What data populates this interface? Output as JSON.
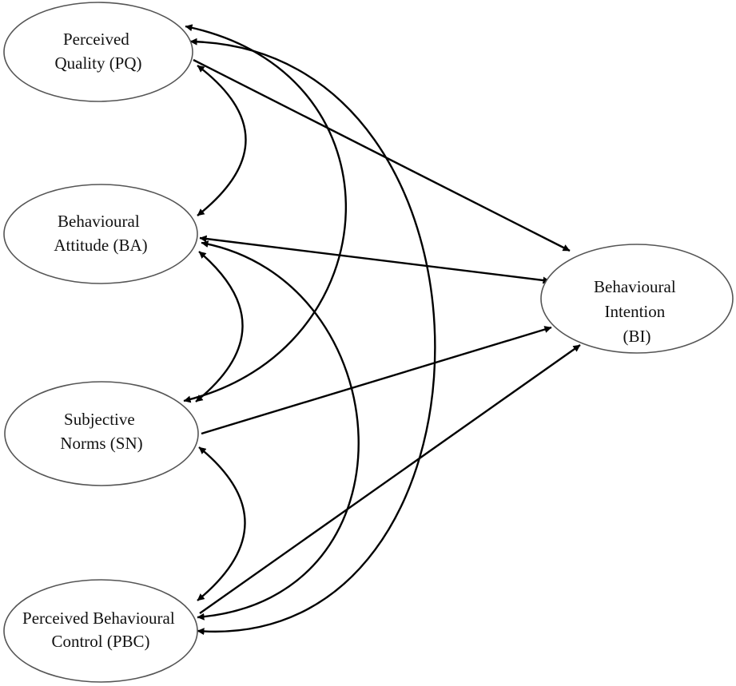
{
  "diagram": {
    "nodes": [
      {
        "id": "PQ",
        "lines": [
          "Perceived",
          "Quality (PQ)"
        ]
      },
      {
        "id": "BA",
        "lines": [
          "Behavioural",
          "Attitude (BA)"
        ]
      },
      {
        "id": "SN",
        "lines": [
          "Subjective",
          "Norms (SN)"
        ]
      },
      {
        "id": "PBC",
        "lines": [
          "Perceived Behavioural",
          "Control (PBC)"
        ]
      },
      {
        "id": "BI",
        "lines": [
          "Behavioural",
          "Intention",
          "(BI)"
        ]
      }
    ],
    "edges": [
      {
        "from": "PQ",
        "to": "BI",
        "kind": "directed"
      },
      {
        "from": "BA",
        "to": "BI",
        "kind": "directed"
      },
      {
        "from": "SN",
        "to": "BI",
        "kind": "directed"
      },
      {
        "from": "PBC",
        "to": "BI",
        "kind": "directed"
      },
      {
        "from": "PQ",
        "to": "BA",
        "kind": "correlation"
      },
      {
        "from": "BA",
        "to": "SN",
        "kind": "correlation"
      },
      {
        "from": "SN",
        "to": "PBC",
        "kind": "correlation"
      },
      {
        "from": "PQ",
        "to": "SN",
        "kind": "correlation"
      },
      {
        "from": "BA",
        "to": "PBC",
        "kind": "correlation"
      },
      {
        "from": "PQ",
        "to": "PBC",
        "kind": "correlation"
      }
    ]
  }
}
